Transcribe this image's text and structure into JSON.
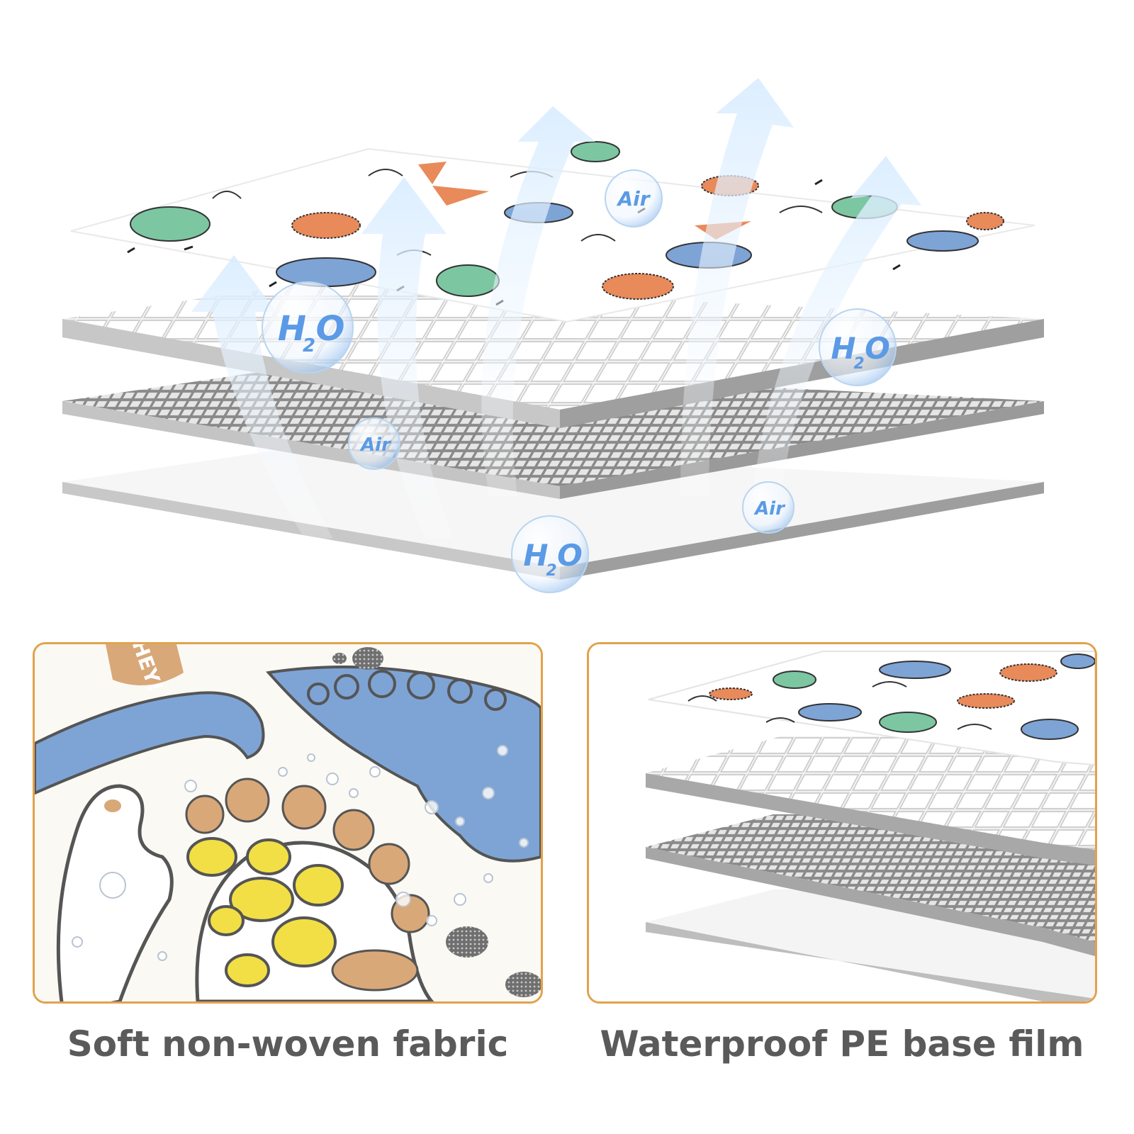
{
  "hero": {
    "bubbles": {
      "air_label": "Air",
      "h2o_main": "H",
      "h2o_sub": "2",
      "h2o_end": "O"
    }
  },
  "panels": {
    "left_caption": "Soft non-woven fabric",
    "right_caption": "Waterproof PE base film",
    "left_speech": "HEY!"
  },
  "colors": {
    "frame": "#e2a24d",
    "caption": "#5a5a5a",
    "dino_blue": "#7ea4d6",
    "dino_green": "#7cc7a2",
    "dino_orange": "#e98a5a",
    "dino_tan": "#d9a878",
    "dino_yellow": "#f2df45",
    "bubble_text": "#5b9ae6"
  }
}
